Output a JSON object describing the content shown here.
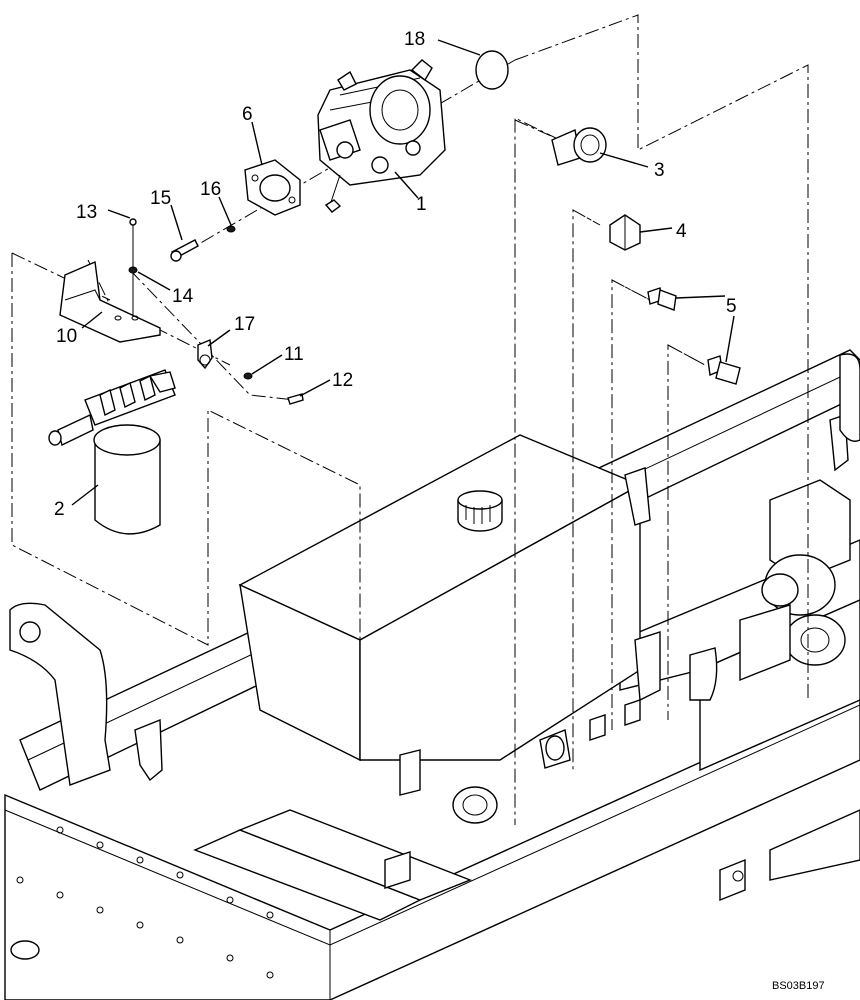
{
  "callouts": [
    {
      "id": "1",
      "label": "1"
    },
    {
      "id": "2",
      "label": "2"
    },
    {
      "id": "3",
      "label": "3"
    },
    {
      "id": "4",
      "label": "4"
    },
    {
      "id": "5",
      "label": "5"
    },
    {
      "id": "6",
      "label": "6"
    },
    {
      "id": "10",
      "label": "10"
    },
    {
      "id": "11",
      "label": "11"
    },
    {
      "id": "12",
      "label": "12"
    },
    {
      "id": "13",
      "label": "13"
    },
    {
      "id": "14",
      "label": "14"
    },
    {
      "id": "15",
      "label": "15"
    },
    {
      "id": "16",
      "label": "16"
    },
    {
      "id": "17",
      "label": "17"
    },
    {
      "id": "18",
      "label": "18"
    }
  ],
  "reference_code": "BS03B197",
  "colors": {
    "line": "#000000",
    "background": "#ffffff"
  }
}
